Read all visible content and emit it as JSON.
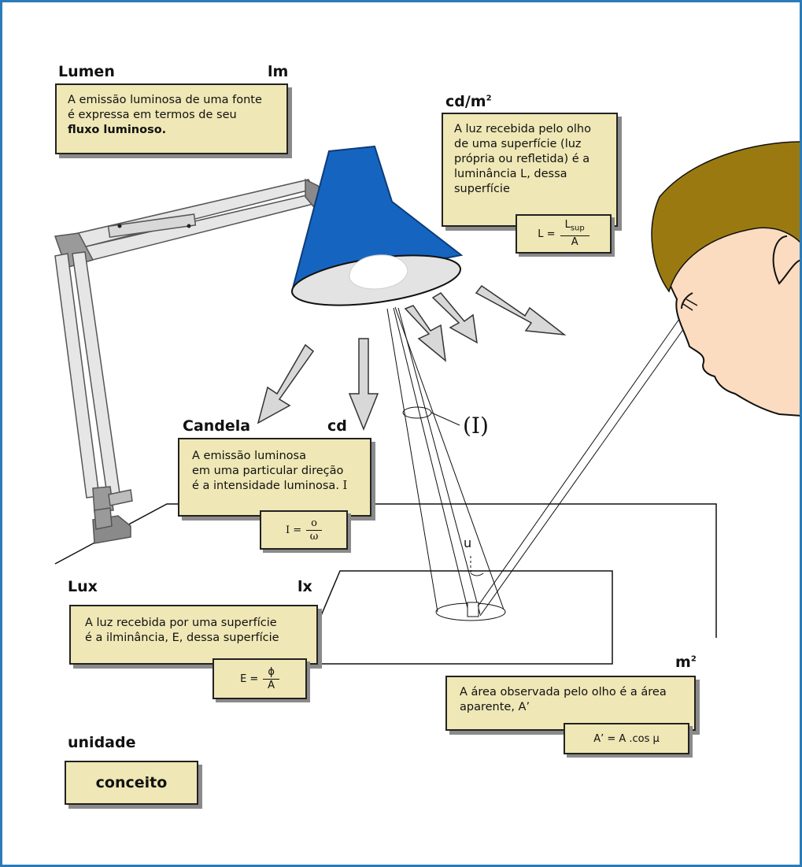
{
  "lumen": {
    "title": "Lumen",
    "unit": "lm",
    "text_1": "A emissão luminosa de uma fonte",
    "text_2": "é expressa em termos de seu",
    "text_bold": "fluxo luminoso."
  },
  "luminance": {
    "unit": "cd/m",
    "unit_sup": "2",
    "text": "A luz recebida pelo olho de uma superfície (luz própria ou refletida) é a luminância L, dessa superfície",
    "formula_lhs": "L =",
    "formula_num": "L",
    "formula_num_sub": "sup",
    "formula_den": "A"
  },
  "candela": {
    "title": "Candela",
    "unit": "cd",
    "text_1": "A emissão luminosa",
    "text_2": "em uma particular direção",
    "text_3": "é a intensidade luminosa.",
    "text_3_symbol": "I",
    "formula_lhs": "I =",
    "formula_num": "o",
    "formula_den": "ω"
  },
  "lux": {
    "title": "Lux",
    "unit": "lx",
    "text_1": "A luz recebida por uma superfície",
    "text_2": "é a ilminância, E, dessa superfície",
    "formula_lhs": "E =",
    "formula_num": "ϕ",
    "formula_den": "A"
  },
  "area": {
    "unit": "m",
    "unit_sup": "2",
    "text_1": "A área observada pelo olho é a área",
    "text_2": "aparente, A’",
    "formula": "A’ = A .cos μ"
  },
  "intensity_label": "(I)",
  "angle_label": "u",
  "legend": {
    "unit_label": "unidade",
    "concept_label": "conceito"
  },
  "colors": {
    "box_fill": "#efe7b5",
    "lamp_blue": "#1565c0",
    "skin": "#fbdcc0",
    "hair": "#9a7a10",
    "arrow_fill": "#d8d8d8",
    "frame": "#2b7bb9"
  }
}
